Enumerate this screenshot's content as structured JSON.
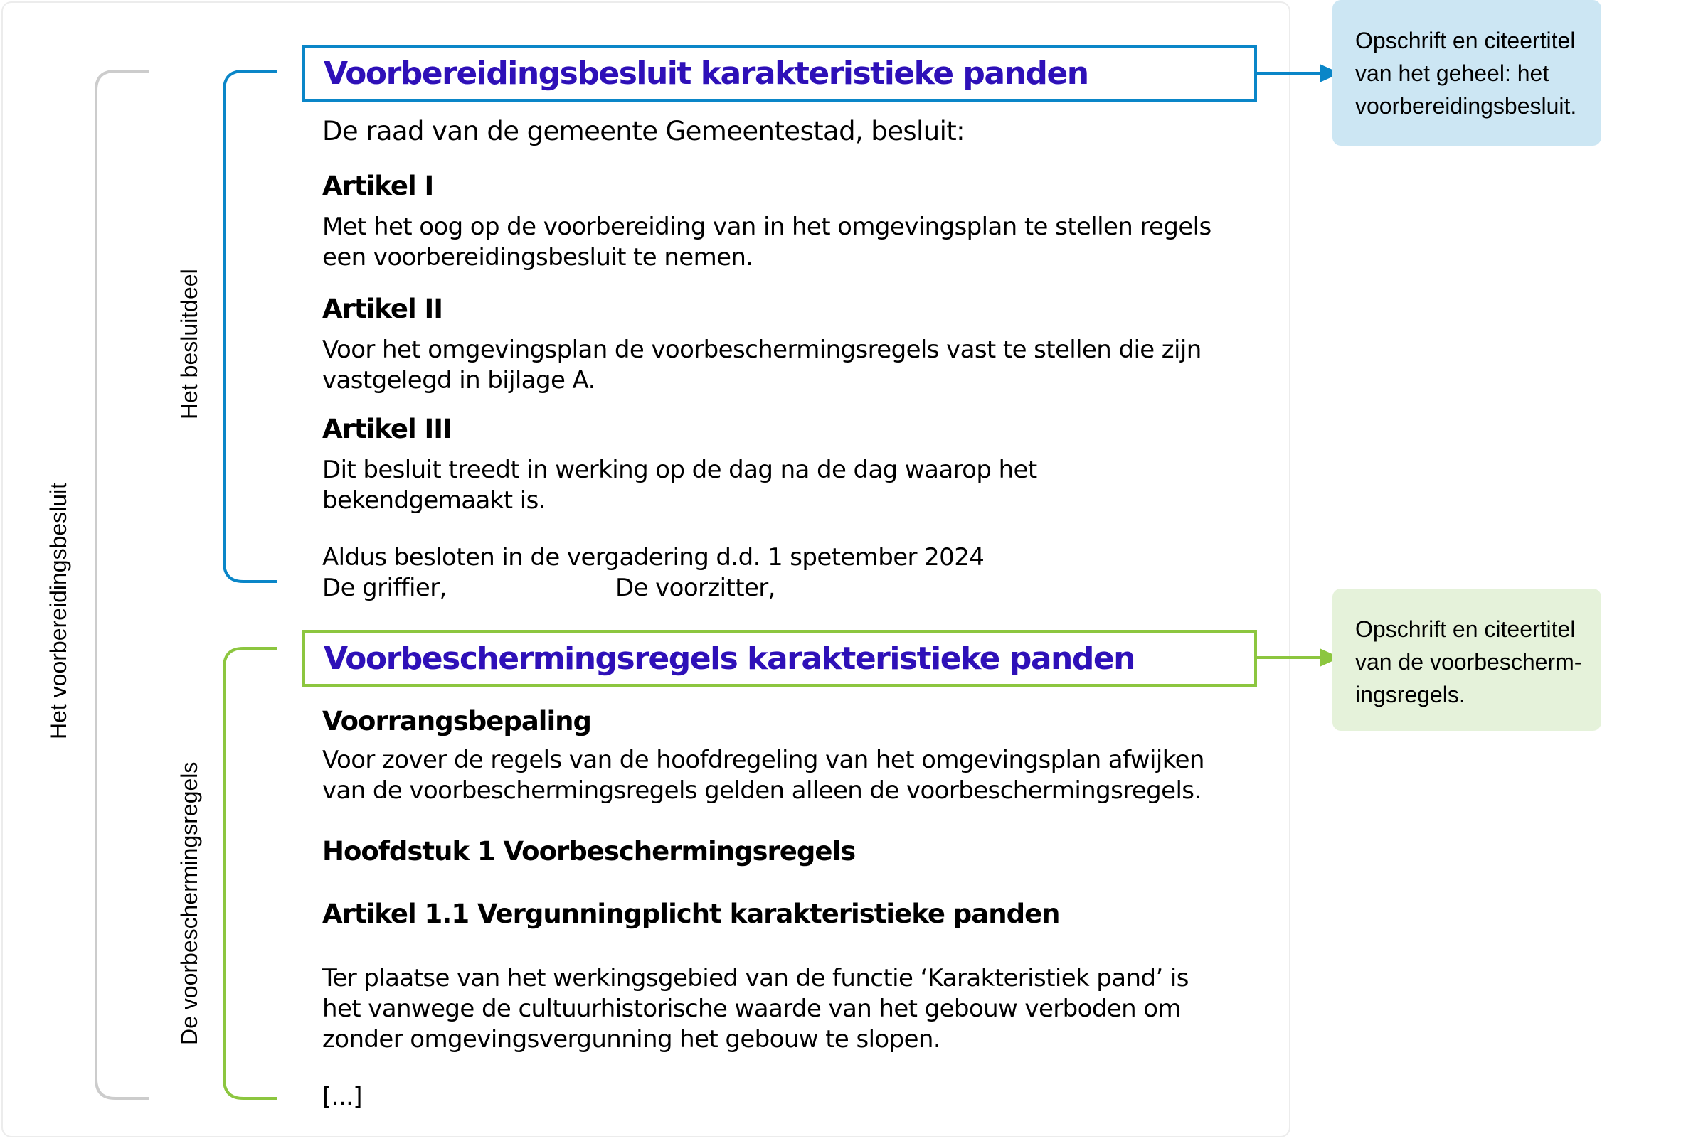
{
  "colors": {
    "blue_accent": "#0a86c8",
    "green_accent": "#8cc63f",
    "gray_bracket": "#cccccc",
    "title_text": "#2e10b8",
    "blue_callout_bg": "#cce6f3",
    "green_callout_bg": "#e5f2da"
  },
  "brackets": {
    "whole": "Het voorbereidingsbesluit",
    "decision_part": "Het besluitdeel",
    "protection_rules": "De voorbeschermingsregels"
  },
  "besluit": {
    "title": "Voorbereidingsbesluit karakteristieke panden",
    "intro": "De raad van de gemeente Gemeentestad, besluit:",
    "articles": [
      {
        "heading": "Artikel I",
        "lines": [
          "Met het oog op de voorbereiding van in het omgevingsplan te stellen regels",
          "een voorbereidingsbesluit te nemen."
        ]
      },
      {
        "heading": "Artikel II",
        "lines": [
          "Voor het omgevingsplan de voorbeschermingsregels vast te stellen die zijn",
          "vastgelegd in bijlage A."
        ]
      },
      {
        "heading": "Artikel III",
        "lines": [
          "Dit besluit treedt in werking op de dag na de dag waarop het",
          "bekendgemaakt is."
        ]
      }
    ],
    "closing": "Aldus besloten in de vergadering d.d. 1 spetember 2024",
    "signatories": {
      "clerk": "De griffier,",
      "chair": "De voorzitter,"
    }
  },
  "regels": {
    "title": "Voorbeschermingsregels karakteristieke panden",
    "priority_heading": "Voorrangsbepaling",
    "priority_lines": [
      "Voor zover de regels van de hoofdregeling van het omgevingsplan afwijken",
      "van de voorbeschermingsregels gelden alleen de voorbeschermingsregels."
    ],
    "chapter_heading": "Hoofdstuk 1 Voorbeschermingsregels",
    "article_heading": "Artikel 1.1 Vergunningplicht karakteristieke panden",
    "article_lines": [
      "Ter plaatse van het werkingsgebied van de functie ‘Karakteristiek pand’ is",
      "het vanwege de cultuurhistorische waarde van het gebouw verboden om",
      "zonder omgevingsvergunning het gebouw te slopen."
    ],
    "ellipsis": "[...]"
  },
  "callouts": {
    "blue": [
      "Opschrift en citeertitel",
      "van het geheel: het",
      "voorbereidingsbesluit."
    ],
    "green": [
      "Opschrift en citeertitel",
      "van de voorbescherm-",
      "ingsregels."
    ]
  }
}
